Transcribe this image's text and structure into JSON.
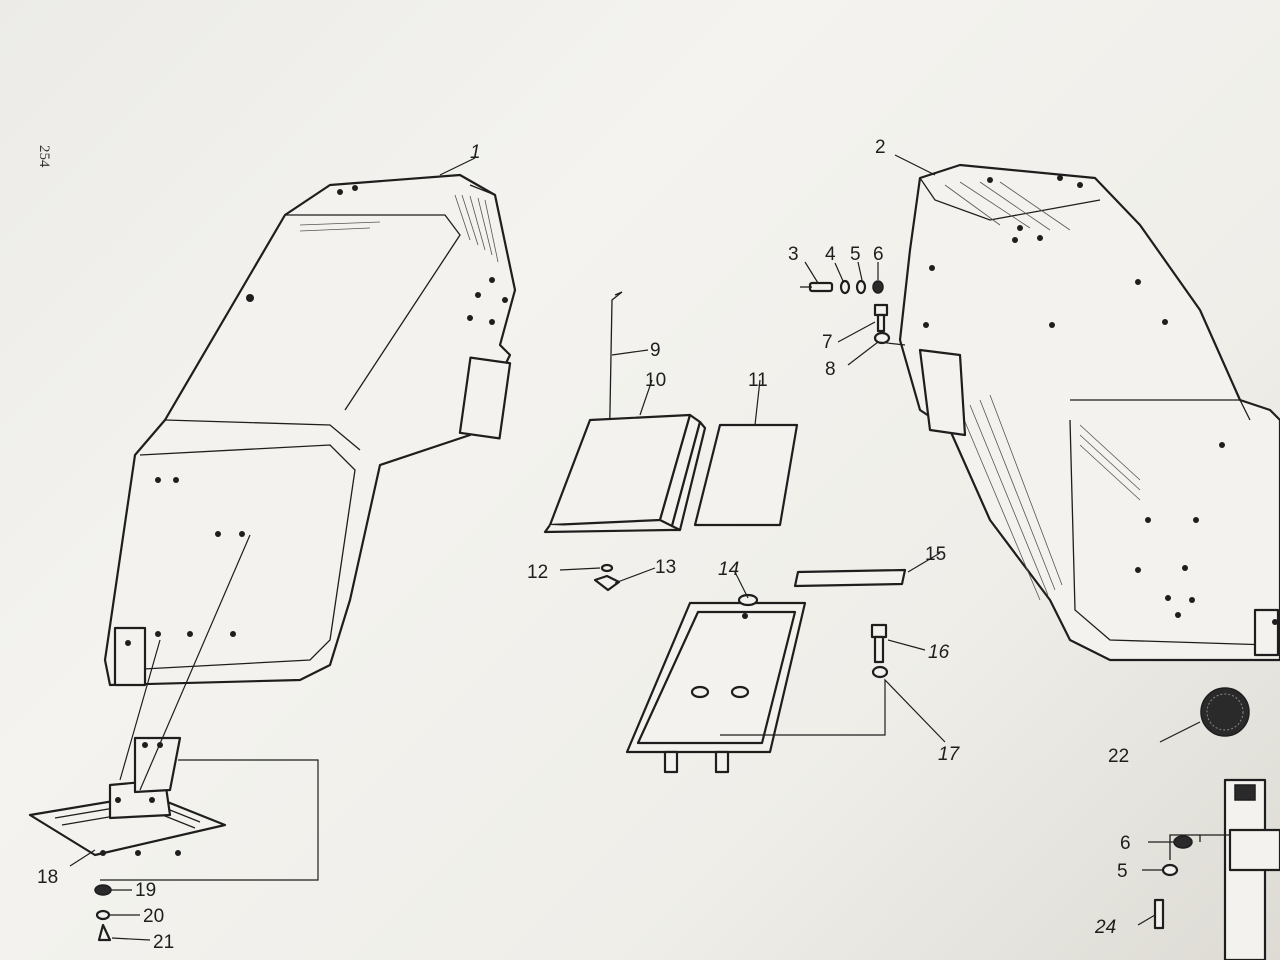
{
  "page": {
    "page_number": "254"
  },
  "callouts": [
    {
      "id": "c1",
      "text": "1"
    },
    {
      "id": "c2",
      "text": "2"
    },
    {
      "id": "c3",
      "text": "3"
    },
    {
      "id": "c4",
      "text": "4"
    },
    {
      "id": "c5",
      "text": "5"
    },
    {
      "id": "c6",
      "text": "6"
    },
    {
      "id": "c7",
      "text": "7"
    },
    {
      "id": "c8",
      "text": "8"
    },
    {
      "id": "c9",
      "text": "9"
    },
    {
      "id": "c10",
      "text": "10"
    },
    {
      "id": "c11",
      "text": "11"
    },
    {
      "id": "c12",
      "text": "12"
    },
    {
      "id": "c13",
      "text": "13"
    },
    {
      "id": "c14",
      "text": "14"
    },
    {
      "id": "c15",
      "text": "15"
    },
    {
      "id": "c16",
      "text": "16"
    },
    {
      "id": "c17",
      "text": "17"
    },
    {
      "id": "c18",
      "text": "18"
    },
    {
      "id": "c19",
      "text": "19"
    },
    {
      "id": "c20",
      "text": "20"
    },
    {
      "id": "c21",
      "text": "21"
    },
    {
      "id": "c22",
      "text": "22"
    },
    {
      "id": "c6b",
      "text": "6"
    },
    {
      "id": "c5b",
      "text": "5"
    },
    {
      "id": "c24",
      "text": "24"
    }
  ]
}
